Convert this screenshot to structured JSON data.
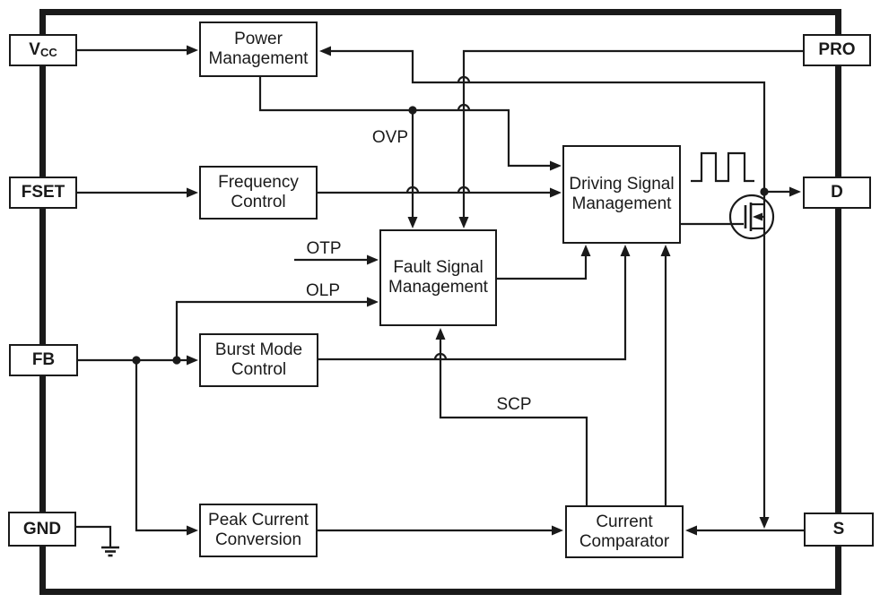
{
  "diagram": {
    "blocks": {
      "power_management": {
        "label": "Power\nManagement"
      },
      "frequency_control": {
        "label": "Frequency\nControl"
      },
      "fault_signal_management": {
        "label": "Fault Signal\nManagement"
      },
      "driving_signal_management": {
        "label": "Driving Signal\nManagement"
      },
      "burst_mode_control": {
        "label": "Burst Mode\nControl"
      },
      "peak_current_conversion": {
        "label": "Peak Current\nConversion"
      },
      "current_comparator": {
        "label": "Current\nComparator"
      }
    },
    "pins": {
      "vcc": {
        "label": "V",
        "sub": "CC"
      },
      "fset": {
        "label": "FSET"
      },
      "fb": {
        "label": "FB"
      },
      "gnd": {
        "label": "GND"
      },
      "pro": {
        "label": "PRO"
      },
      "d": {
        "label": "D"
      },
      "s": {
        "label": "S"
      }
    },
    "signals": {
      "ovp": "OVP",
      "otp": "OTP",
      "olp": "OLP",
      "scp": "SCP"
    },
    "colors": {
      "line": "#1a1a1a",
      "background": "#ffffff"
    }
  }
}
